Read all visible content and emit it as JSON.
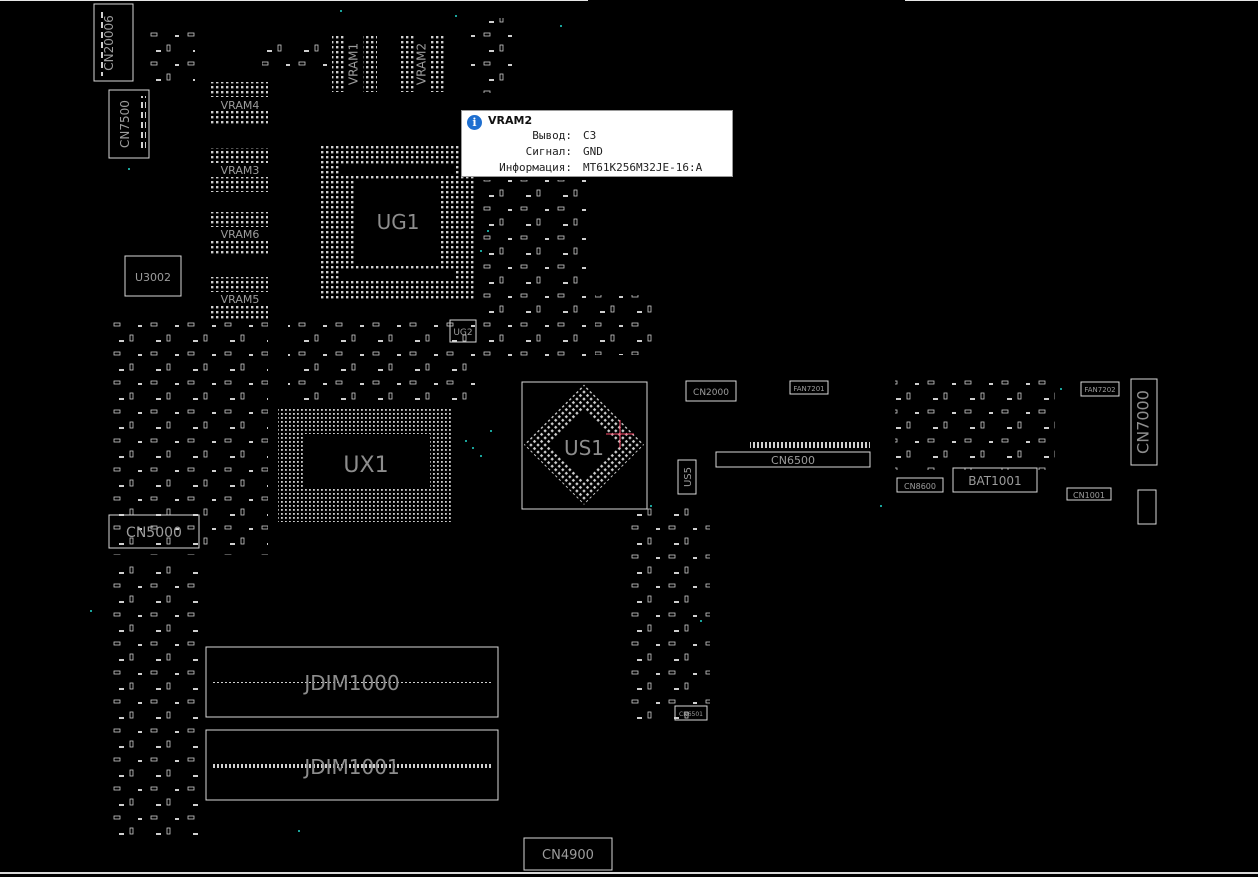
{
  "tooltip": {
    "title": "VRAM2",
    "rows": [
      {
        "label": "Вывод:",
        "value": "C3"
      },
      {
        "label": "Сигнал:",
        "value": "GND"
      },
      {
        "label": "Информация:",
        "value": "MT61K256M32JE-16:A"
      }
    ]
  },
  "components": {
    "cn20006": "CN20006",
    "cn7500": "CN7500",
    "vram1": "VRAM1",
    "vram2": "VRAM2",
    "vram3": "VRAM3",
    "vram4": "VRAM4",
    "vram5": "VRAM5",
    "vram6": "VRAM6",
    "ug1": "UG1",
    "ug2": "UG2",
    "u3002": "U3002",
    "ux1": "UX1",
    "us1": "US1",
    "us5": "US5",
    "cn2000": "CN2000",
    "fan7201": "FAN7201",
    "fan7202": "FAN7202",
    "cn6500": "CN6500",
    "cn7000": "CN7000",
    "cn8600": "CN8600",
    "bat1001": "BAT1001",
    "cn1001": "CN1001",
    "cn5000": "CN5000",
    "jdim1000": "JDIM1000",
    "jdim1001": "JDIM1001",
    "cn4900": "CN4900",
    "cn6501": "CN6501"
  },
  "colors": {
    "background": "#000000",
    "outline": "#d9d9d9",
    "label": "#9c9c9c",
    "big_label": "#8d8d8d",
    "via": "#1aa39a",
    "cursor": "#ff4d6d",
    "info_icon": "#1e6fd0"
  }
}
